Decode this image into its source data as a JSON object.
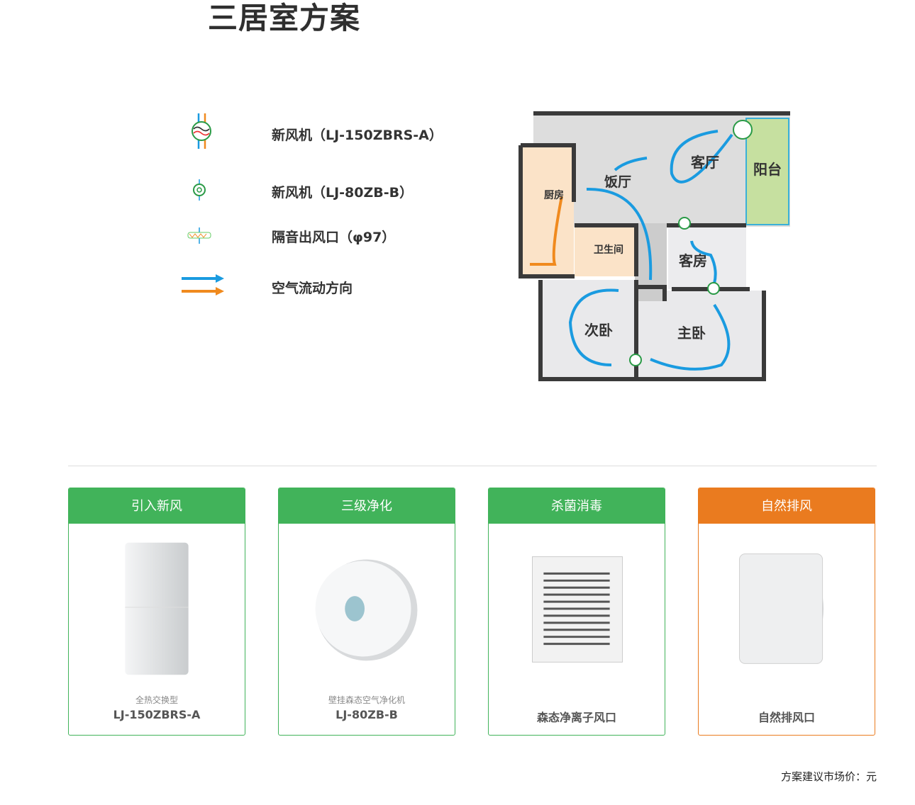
{
  "title": "三居室方案",
  "legend": [
    {
      "icon": "heat-exchanger-icon",
      "label": "新风机（LJ-150ZBRS-A）"
    },
    {
      "icon": "fan-unit-icon",
      "label": "新风机（LJ-80ZB-B）"
    },
    {
      "icon": "silencer-vent-icon",
      "label": "隔音出风口（φ97）"
    },
    {
      "icon": "airflow-arrows-icon",
      "label": "空气流动方向"
    }
  ],
  "floorplan": {
    "rooms": {
      "living": "客厅",
      "balcony": "阳台",
      "dining": "饭厅",
      "kitchen": "厨房",
      "bathroom": "卫生间",
      "guest": "客房",
      "second_bedroom": "次卧",
      "master_bedroom": "主卧"
    }
  },
  "cards": [
    {
      "header": "引入新风",
      "subtitle": "全热交换型",
      "model": "LJ-150ZBRS-A",
      "color": "#41b35a"
    },
    {
      "header": "三级净化",
      "subtitle": "壁挂森态空气净化机",
      "model": "LJ-80ZB-B",
      "color": "#41b35a"
    },
    {
      "header": "杀菌消毒",
      "subtitle": "",
      "model": "森态净离子风口",
      "color": "#41b35a"
    },
    {
      "header": "自然排风",
      "subtitle": "",
      "model": "自然排风口",
      "color": "#ea7b1f"
    }
  ],
  "price_text": "方案建议市场价：元",
  "colors": {
    "green": "#41b35a",
    "orange": "#ea7b1f",
    "blue": "#1a9be0"
  }
}
